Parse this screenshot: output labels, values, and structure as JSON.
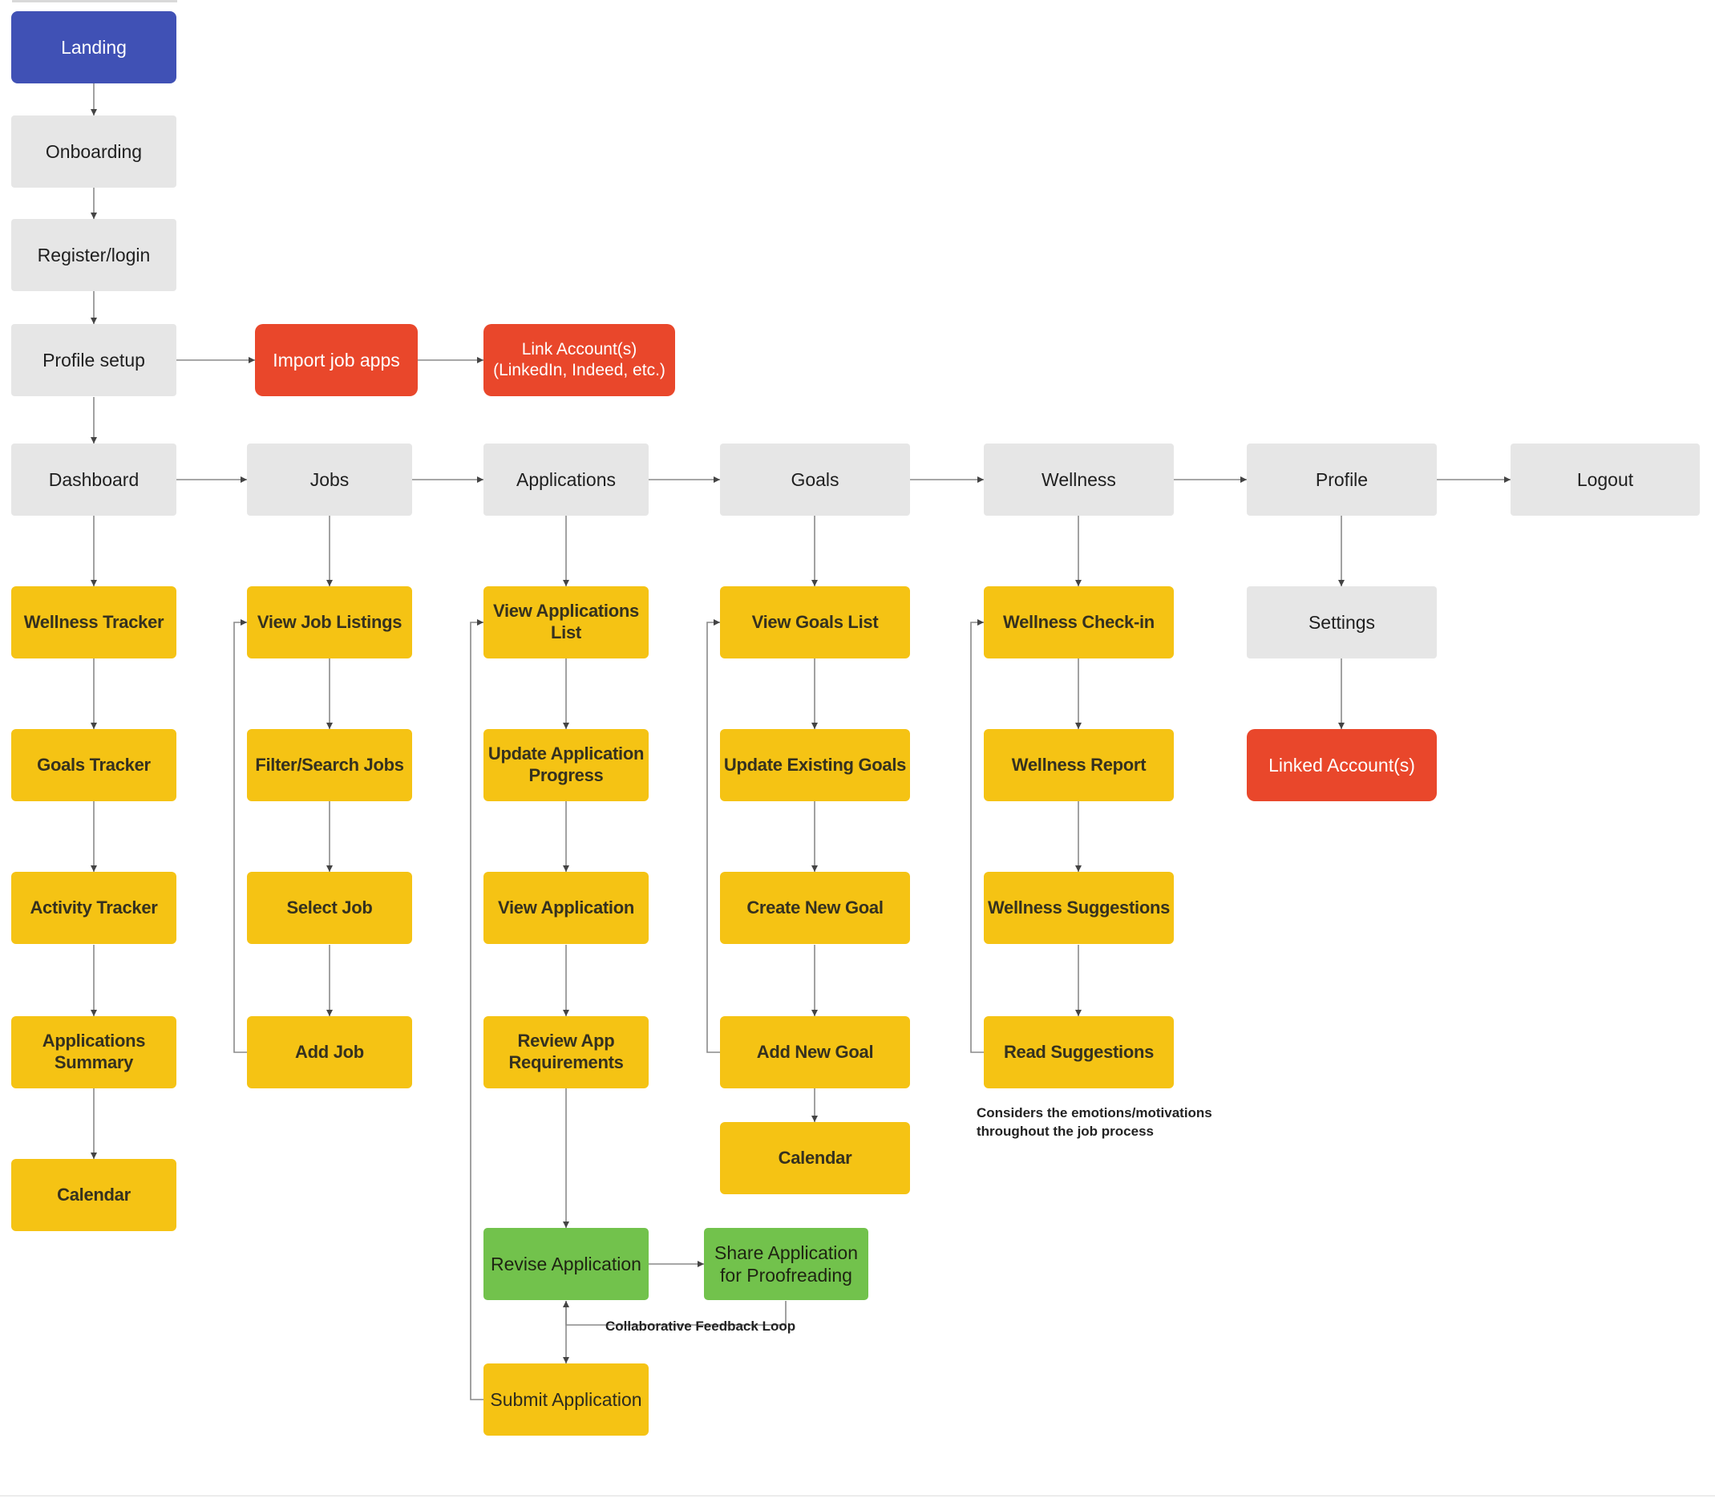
{
  "palette": {
    "start_blue": "#4051B5",
    "nav_gray": "#E6E6E6",
    "task_yellow": "#F5C314",
    "action_red": "#E9472B",
    "collab_green": "#72C24C",
    "connector_gray": "#8A8A8A",
    "arrowhead_dark": "#444444",
    "text_dark": "#1F1F1F",
    "text_on_color": "#FFFFFF"
  },
  "nodes": {
    "landing": {
      "label": "Landing"
    },
    "onboarding": {
      "label": "Onboarding"
    },
    "register": {
      "label": "Register/login"
    },
    "profile_setup": {
      "label": "Profile setup"
    },
    "import_job_apps": {
      "label": "Import job apps"
    },
    "link_accounts": {
      "label": [
        "Link Account(s)",
        "(LinkedIn, Indeed, etc.)"
      ]
    },
    "dashboard": {
      "label": "Dashboard"
    },
    "jobs": {
      "label": "Jobs"
    },
    "applications": {
      "label": "Applications"
    },
    "goals": {
      "label": "Goals"
    },
    "wellness": {
      "label": "Wellness"
    },
    "profile": {
      "label": "Profile"
    },
    "logout": {
      "label": "Logout"
    },
    "wellness_tracker": {
      "label": "Wellness Tracker"
    },
    "goals_tracker": {
      "label": "Goals Tracker"
    },
    "activity_tracker": {
      "label": "Activity Tracker"
    },
    "applications_summary": {
      "label": [
        "Applications",
        "Summary"
      ]
    },
    "calendar_dashboard": {
      "label": "Calendar"
    },
    "view_job_listings": {
      "label": "View Job Listings"
    },
    "filter_search_jobs": {
      "label": "Filter/Search Jobs"
    },
    "select_job": {
      "label": "Select Job"
    },
    "add_job": {
      "label": "Add Job"
    },
    "view_applications_list": {
      "label": [
        "View Applications",
        "List"
      ]
    },
    "update_application_progress": {
      "label": [
        "Update Application",
        "Progress"
      ]
    },
    "view_application": {
      "label": "View Application"
    },
    "review_app_requirements": {
      "label": [
        "Review App",
        "Requirements"
      ]
    },
    "revise_application": {
      "label": "Revise Application"
    },
    "share_application": {
      "label": [
        "Share Application",
        "for Proofreading"
      ]
    },
    "submit_application": {
      "label": "Submit Application"
    },
    "view_goals_list": {
      "label": "View Goals List"
    },
    "update_existing_goals": {
      "label": "Update Existing Goals"
    },
    "create_new_goal": {
      "label": "Create New Goal"
    },
    "add_new_goal": {
      "label": "Add New Goal"
    },
    "calendar_goals": {
      "label": "Calendar"
    },
    "wellness_checkin": {
      "label": "Wellness Check-in"
    },
    "wellness_report": {
      "label": "Wellness Report"
    },
    "wellness_suggestions": {
      "label": "Wellness Suggestions"
    },
    "read_suggestions": {
      "label": "Read Suggestions"
    },
    "settings": {
      "label": "Settings"
    },
    "linked_accounts": {
      "label": "Linked Account(s)"
    }
  },
  "annotations": {
    "collaborative_feedback_loop": "Collaborative Feedback Loop",
    "wellness_note": [
      "Considers the emotions/motivations",
      "throughout the job process"
    ]
  },
  "edges": [
    {
      "from": "landing",
      "to": "onboarding"
    },
    {
      "from": "onboarding",
      "to": "register"
    },
    {
      "from": "register",
      "to": "profile_setup"
    },
    {
      "from": "profile_setup",
      "to": "dashboard"
    },
    {
      "from": "profile_setup",
      "to": "import_job_apps"
    },
    {
      "from": "import_job_apps",
      "to": "link_accounts"
    },
    {
      "from": "dashboard",
      "to": "jobs"
    },
    {
      "from": "jobs",
      "to": "applications"
    },
    {
      "from": "applications",
      "to": "goals"
    },
    {
      "from": "goals",
      "to": "wellness"
    },
    {
      "from": "wellness",
      "to": "profile"
    },
    {
      "from": "profile",
      "to": "logout"
    },
    {
      "from": "dashboard",
      "to": "wellness_tracker"
    },
    {
      "from": "wellness_tracker",
      "to": "goals_tracker"
    },
    {
      "from": "goals_tracker",
      "to": "activity_tracker"
    },
    {
      "from": "activity_tracker",
      "to": "applications_summary"
    },
    {
      "from": "applications_summary",
      "to": "calendar_dashboard"
    },
    {
      "from": "jobs",
      "to": "view_job_listings"
    },
    {
      "from": "view_job_listings",
      "to": "filter_search_jobs"
    },
    {
      "from": "filter_search_jobs",
      "to": "select_job"
    },
    {
      "from": "select_job",
      "to": "add_job"
    },
    {
      "from": "add_job",
      "to": "view_job_listings",
      "type": "loop"
    },
    {
      "from": "applications",
      "to": "view_applications_list"
    },
    {
      "from": "view_applications_list",
      "to": "update_application_progress"
    },
    {
      "from": "update_application_progress",
      "to": "view_application"
    },
    {
      "from": "view_application",
      "to": "review_app_requirements"
    },
    {
      "from": "review_app_requirements",
      "to": "revise_application"
    },
    {
      "from": "revise_application",
      "to": "share_application"
    },
    {
      "from": "share_application",
      "to": "revise_application",
      "type": "loop",
      "label": "Collaborative Feedback Loop"
    },
    {
      "from": "revise_application",
      "to": "submit_application"
    },
    {
      "from": "submit_application",
      "to": "view_applications_list",
      "type": "loop"
    },
    {
      "from": "goals",
      "to": "view_goals_list"
    },
    {
      "from": "view_goals_list",
      "to": "update_existing_goals"
    },
    {
      "from": "update_existing_goals",
      "to": "create_new_goal"
    },
    {
      "from": "create_new_goal",
      "to": "add_new_goal"
    },
    {
      "from": "add_new_goal",
      "to": "calendar_goals"
    },
    {
      "from": "add_new_goal",
      "to": "view_goals_list",
      "type": "loop"
    },
    {
      "from": "wellness",
      "to": "wellness_checkin"
    },
    {
      "from": "wellness_checkin",
      "to": "wellness_report"
    },
    {
      "from": "wellness_report",
      "to": "wellness_suggestions"
    },
    {
      "from": "wellness_suggestions",
      "to": "read_suggestions"
    },
    {
      "from": "read_suggestions",
      "to": "wellness_checkin",
      "type": "loop"
    },
    {
      "from": "profile",
      "to": "settings"
    },
    {
      "from": "settings",
      "to": "linked_accounts"
    }
  ]
}
